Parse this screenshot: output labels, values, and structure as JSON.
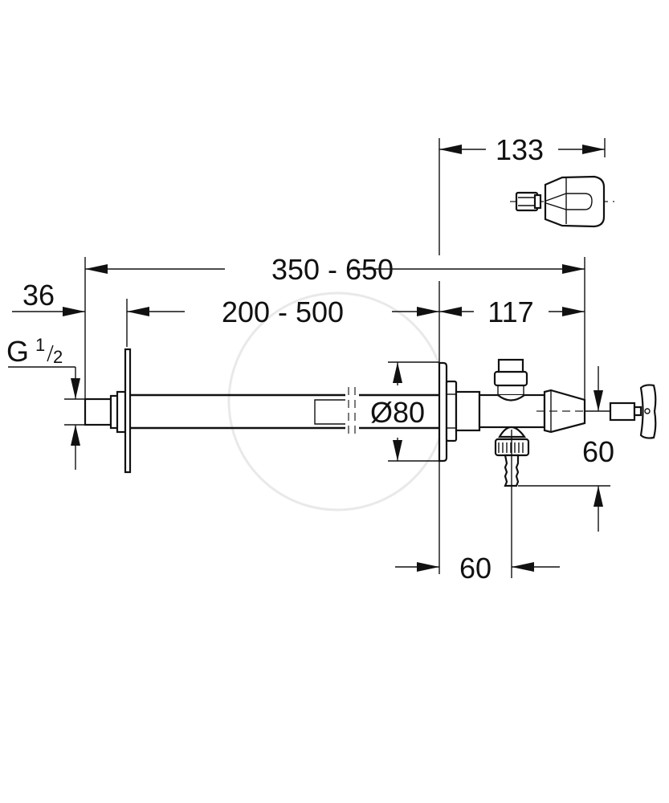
{
  "drawing": {
    "title": "Wall tap with extension pipe – dimensional drawing",
    "units": "mm",
    "dimensions": {
      "handle_length": "133",
      "overall_length": "350 - 650",
      "pipe_length": "200 - 500",
      "valve_length": "117",
      "connection_offset": "36",
      "thread_size_main": "G",
      "thread_size_num": "1",
      "thread_size_den": "2",
      "rosette_diameter": "Ø80",
      "hose_outlet_drop": "60",
      "hose_outlet_offset": "60"
    },
    "colors": {
      "line": "#111111",
      "background": "#ffffff"
    }
  }
}
